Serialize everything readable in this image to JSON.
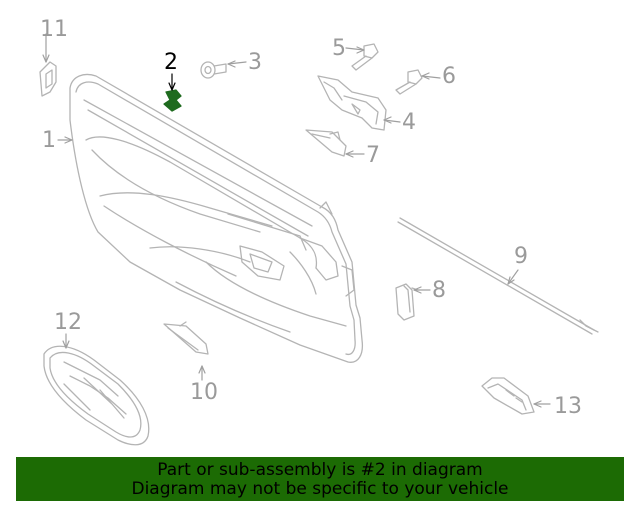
{
  "callouts": {
    "c1": "1",
    "c2": "2",
    "c3": "3",
    "c4": "4",
    "c5": "5",
    "c6": "6",
    "c7": "7",
    "c8": "8",
    "c9": "9",
    "c10": "10",
    "c11": "11",
    "c12": "12",
    "c13": "13"
  },
  "highlight_part": "2",
  "banner": {
    "line1": "Part or sub-assembly is #2 in diagram",
    "line2": "Diagram may not be specific to your vehicle"
  },
  "colors": {
    "line": "#b4b4b4",
    "label": "#9a9a9a",
    "highlight_fill": "#1f6b1f",
    "banner_bg": "#1c6b04"
  }
}
